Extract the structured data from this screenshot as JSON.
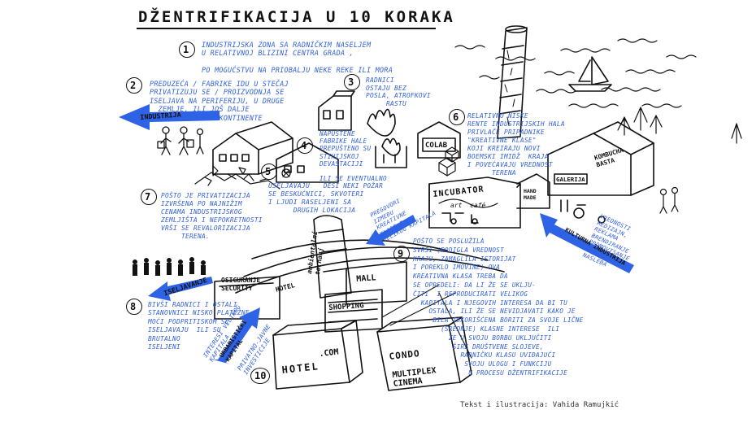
{
  "title": "DŽENTRIFIKACIJA U 10 KORAKA",
  "steps": {
    "s1": {
      "n": "1",
      "text": "INDUSTRIJSKA ZONA SA RADNIČKIM NASELJEM\nU RELATIVNOJ BLIZINI CENTRA GRADA ,\n\nPO MOGUĆSTVU NA PRIOBALJU NEKE REKE ILI MORA"
    },
    "s2": {
      "n": "2",
      "text": "PREDUZEĆA / FABRIKE IDU U STEČAJ\nPRIVATIZUJU SE / PROIZVODNJA SE\nISELJAVA NA PERIFERIJU, U DRUGE\n  ZEMLJE, ILI JOŠ DALJE\n                KONTINENTE"
    },
    "s3": {
      "n": "3",
      "text": "RADNICI\nOSTAJU BEZ\nPOSLA, ATROFKOVI\n     RASTU"
    },
    "s4": {
      "n": "4",
      "text": "NAPUŠTENE\nFABRIKE HALE\nPREPUŠTENO SU\nSTIHIJSKOJ\nDEVASTACIJI\n\nILI SE EVENTUALNO\n DESI NEKI POŽAR"
    },
    "s5": {
      "n": "5",
      "text": "USELJAVAJU\nSE BESKUĆNICI, SKVOTERI\nI LJUDI RASELJENI SA\n      DRUGIH LOKACIJA"
    },
    "s6": {
      "n": "6",
      "text": "RELATIVNO NISKE\nRENTE INDUSTRIJSKIH HALA\nPRIVLAČE PRIPADNIKE\n\"KREATIVNE KLASE\"\nKOJI KREIRAJU NOVI\nBOEMSKI IMIDŽ  KRAJA\nI POVEĆAVAJU VREDNOST\n      TERENA"
    },
    "s7": {
      "n": "7",
      "text": "POŠTO JE PRIVATIZACIJA\nIZVRŠENA PO NAJNIŽIM\nCENAMA INDUSTRIJSKOG\nZEMLJIŠTA I NEPOKRETNOSTI\nVRŠI SE REVALORIZACIJA\n     TERENA."
    },
    "s8": {
      "n": "8",
      "text": "BIVŠI RADNICI I OSTALI\nSTANOVNICI NISKO PLATEŽNE\nMOĆI PODPRITISKOM SE\nISELJAVAJU  ILI SU\nBRUTALNO\nISELJENI"
    },
    "s9": {
      "n": "9",
      "text": "POŠTO SE POSLUŽILA\nSVRSI (PODIGLA VREDNOST\nKRAJU, ZAMAGLILA ISTORIJAT\nI POREKLO IMOVINE) OVA\nKREATIVNA KLASA TREBA DA\nSE OPREDELI: DA LI ŽE SE UKLJU-\nČITI  I REPRODUCIRATI VELIKOG\n  KAPITALA I NJEGOVIH INTERESA DA BI TU\n    OSTALA, ILI ŽE SE NEVIDJAVATI KAKO JE\n     BILA ISKORIŠĆENA BORITI ZA SVOJE LIČNE\n       (SREDNJE) KLASNE INTERESE  ILI\n         ŽE U SVOJU BORBU UKLJUČITI\n          ŠIRE DRUŠTVENE SLOJEVE,\n            RADNIČKU KLASU UVIĐAJUĆI\n             SVOJU ULOGU I FUNKCIJU\n              U PROCESU DŽENTRIFIKACIJE"
    },
    "s10": {
      "n": "10"
    }
  },
  "arrow_notes": {
    "industrija": "INDUSTRIJA",
    "iseljavanje": "ISELJAVANJE",
    "kulturna_industrija": "KULTURNA INDUSTRIJA",
    "urbanisticki_kapital": "URBANISTIČKI\nKAPITAL",
    "pregovori": "PREGOVORI\nIZMEĐU\nKREATIVNE\nKLASE I\nVELIKOG KAPITALA",
    "interesi": "INTERESI VELIKOG\nKAPITALA",
    "privatno_javne": "PRIVATNO-JAVNE\nINVESTICIJE",
    "kulturna_right": "VREDNOSTI\nREDIZAJN,\nREKLAMA\nBRENDIRANJE\nPROMOVISANJE\nURBANOG\nNASLEĐA"
  },
  "building_labels": {
    "colab": "COLAB",
    "incubator": "INCUBATOR",
    "incubator_sub": "art  café",
    "hand_made": "HAND\nMADE",
    "kombucha": "KOMBUCHA\nBASTA",
    "galerija": "GALERIJA",
    "tower": "ambientalni\ntornanj",
    "osiguranje": "OSIGURANJE\nSECURITY",
    "hotel_top": "HOTEL",
    "mall": "MALL",
    "shopping": "SHOPPING",
    "dotcom": ".COM",
    "hotel": "HOTEL",
    "condo": "CONDO",
    "multiplex": "MULTIPLEX\nCINEMA"
  },
  "credit": "Tekst i ilustracija: Vahida Ramujkić",
  "colors": {
    "accent": "#2f63e6",
    "ink": "#111111",
    "text_blue": "#2f5fe0"
  }
}
